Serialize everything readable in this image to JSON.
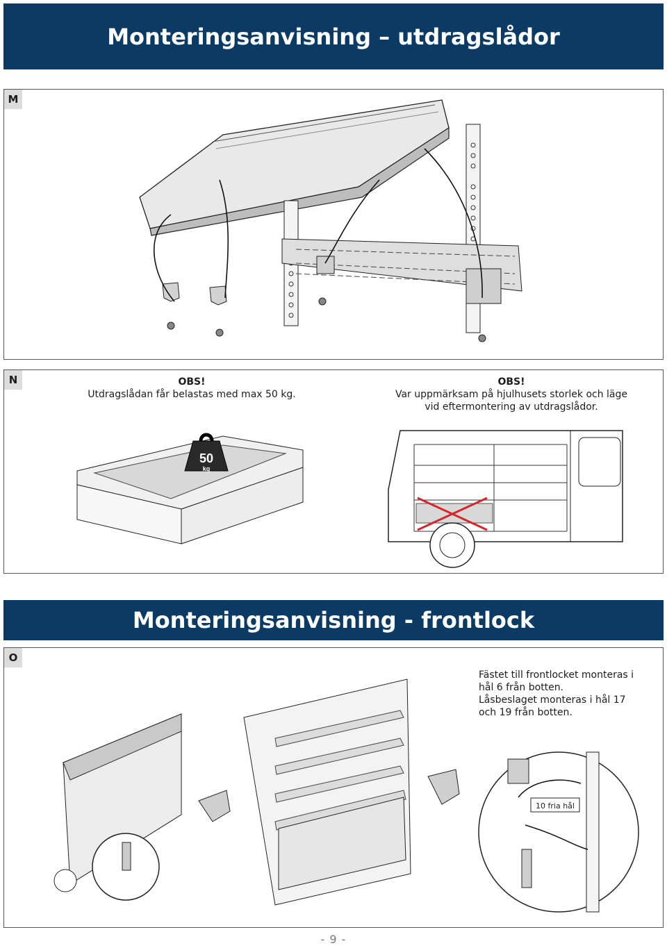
{
  "header": {
    "title": "Monteringsanvisning – utdragslådor"
  },
  "section_m": {
    "step": "M"
  },
  "section_n": {
    "step": "N",
    "warn_left": {
      "heading": "OBS!",
      "text": "Utdragslådan får belastas med max 50 kg."
    },
    "warn_right": {
      "heading": "OBS!",
      "line1": "Var uppmärksam på hjulhusets storlek och läge",
      "line2": "vid eftermontering av utdragslådor."
    },
    "weight": {
      "value": "50",
      "unit": "kg"
    }
  },
  "header2": {
    "title": "Monteringsanvisning - frontlock"
  },
  "section_o": {
    "step": "O",
    "note_lines": [
      "Fästet till frontlocket monteras i",
      "hål 6 från botten.",
      "Låsbeslaget monteras i hål 17",
      "och 19 från botten."
    ],
    "callout": "10 fria hål"
  },
  "footer": {
    "page": "- 9 -"
  },
  "colors": {
    "banner": "#0b3a64",
    "step_box": "#dcdcdc",
    "red_cross": "#d6262b"
  }
}
